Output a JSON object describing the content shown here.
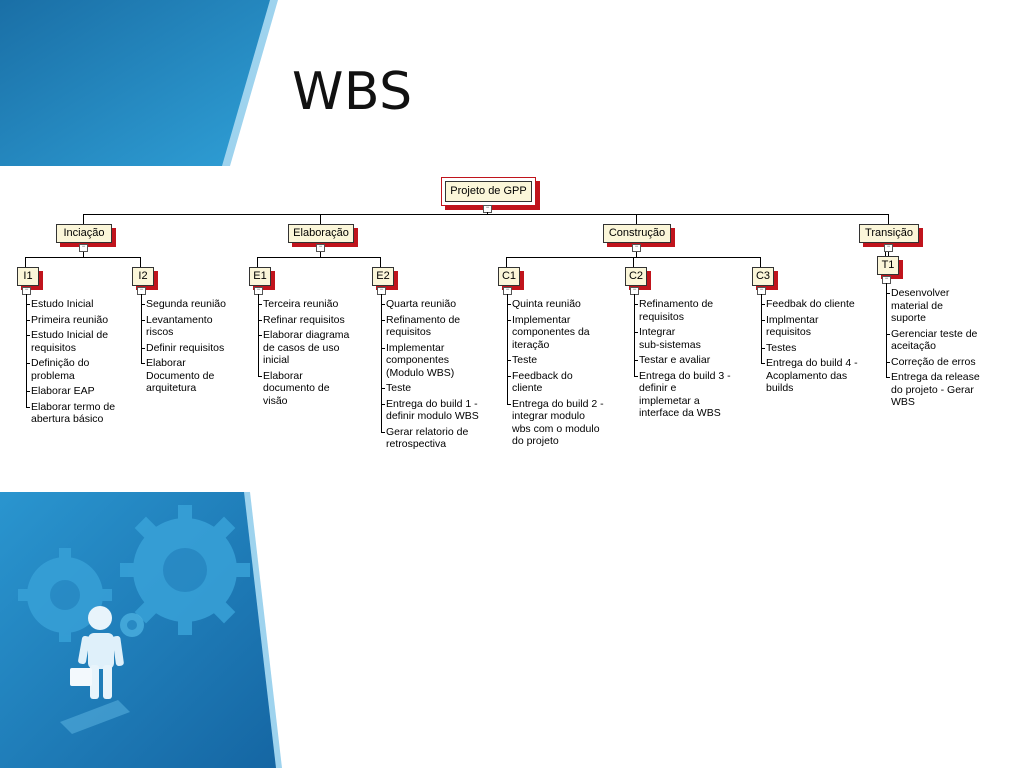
{
  "slide": {
    "title": "WBS"
  },
  "root": {
    "label": "Projeto de GPP"
  },
  "phases": [
    {
      "label": "Inciação",
      "groups": [
        {
          "code": "I1",
          "items": [
            "Estudo Inicial",
            "Primeira reunião",
            "Estudo Inicial de\nrequisitos",
            "Definição do\nproblema",
            "Elaborar EAP",
            "Elaborar termo de\nabertura básico"
          ]
        },
        {
          "code": "I2",
          "items": [
            "Segunda reunião",
            "Levantamento\nriscos",
            "Definir requisitos",
            "Elaborar\nDocumento de\narquitetura"
          ]
        }
      ]
    },
    {
      "label": "Elaboração",
      "groups": [
        {
          "code": "E1",
          "items": [
            "Terceira reunião",
            "Refinar requisitos",
            "Elaborar diagrama\nde casos de uso\ninicial",
            "Elaborar\ndocumento de\nvisão"
          ]
        },
        {
          "code": "E2",
          "items": [
            "Quarta reunião",
            "Refinamento de\nrequisitos",
            "Implementar\ncomponentes\n(Modulo WBS)",
            "Teste",
            "Entrega do build 1 -\ndefinir modulo WBS",
            "Gerar relatorio de\nretrospectiva"
          ]
        }
      ]
    },
    {
      "label": "Construção",
      "groups": [
        {
          "code": "C1",
          "items": [
            "Quinta reunião",
            "Implementar\ncomponentes da\niteração",
            "Teste",
            "Feedback do\ncliente",
            "Entrega do build 2 -\nintegrar modulo\nwbs com o modulo\ndo projeto"
          ]
        },
        {
          "code": "C2",
          "items": [
            "Refinamento de\nrequisitos",
            "Integrar\nsub-sistemas",
            "Testar e avaliar",
            "Entrega do build 3 -\ndefinir e\nimplemetar a\ninterface da WBS"
          ]
        },
        {
          "code": "C3",
          "items": [
            "Feedbak do cliente",
            "Implmentar\nrequisitos",
            "Testes",
            "Entrega do build 4 -\nAcoplamento das\nbuilds"
          ]
        }
      ]
    },
    {
      "label": "Transição",
      "groups": [
        {
          "code": "T1",
          "items": [
            "Desenvolver\nmaterial de\nsuporte",
            "Gerenciar teste de\naceitação",
            "Correção de erros",
            "Entrega da release\ndo projeto - Gerar\nWBS"
          ]
        }
      ]
    }
  ],
  "colors": {
    "accent_dark": "#1a6fa6",
    "accent_light": "#2f9fd6",
    "node_fill": "#fbf6d9",
    "node_shadow": "#c0141c"
  },
  "icons": [
    "gear-icon",
    "person-with-briefcase-icon"
  ]
}
